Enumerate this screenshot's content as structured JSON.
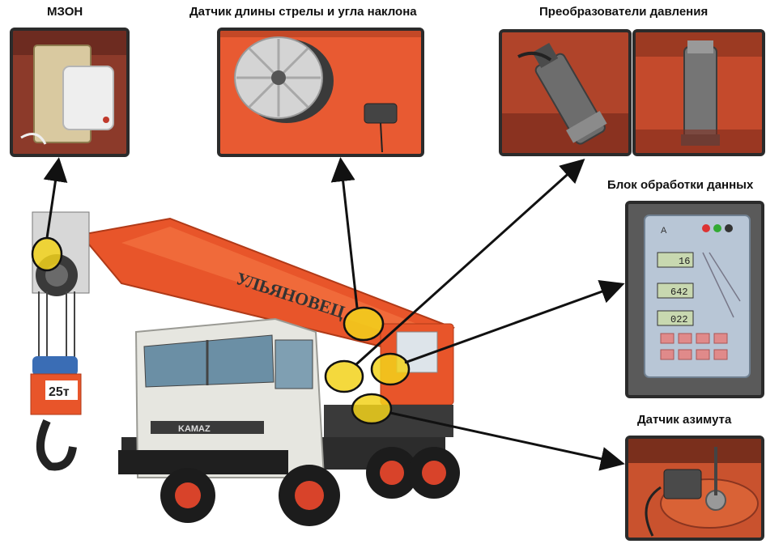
{
  "labels": {
    "mzon": "МЗОН",
    "boom_sensor": "Датчик длины стрелы и угла наклона",
    "pressure": "Преобразователи давления",
    "data_unit": "Блок обработки данных",
    "azimuth": "Датчик азимута"
  },
  "truck": {
    "boom_text": "УЛЬЯНОВЕЦ",
    "hook_load": "25т",
    "brand": "KAMAZ"
  },
  "display": {
    "readout_1": "16",
    "readout_2": "642",
    "readout_3": "022",
    "panel_mark": "A"
  },
  "colors": {
    "crane_orange": "#e8552a",
    "highlight_yellow": "#f2d21b",
    "frame_dark": "#2b2b2b",
    "cab_white": "#e6e6e0"
  }
}
